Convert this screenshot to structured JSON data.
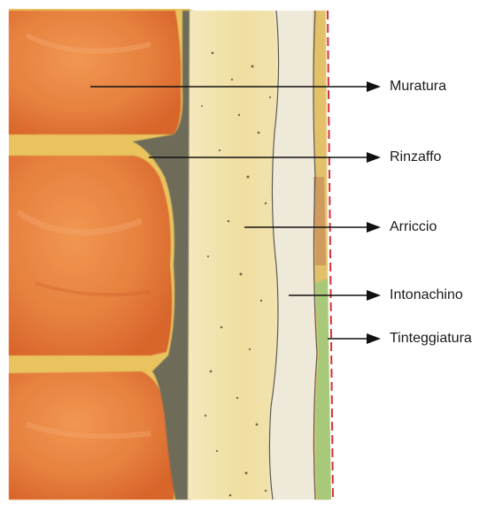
{
  "labels": [
    {
      "id": "muratura",
      "text": "Muratura"
    },
    {
      "id": "rinzaffo",
      "text": "Rinzaffo"
    },
    {
      "id": "arriccio",
      "text": "Arriccio"
    },
    {
      "id": "intonachino",
      "text": "Intonachino"
    },
    {
      "id": "tinteggiatura",
      "text": "Tinteggiatura"
    }
  ],
  "colors": {
    "brick": "#e6803e",
    "mortar_joint": "#e7c25a",
    "rinzaffo": "#6e6c58",
    "arriccio": "#f3e3ae",
    "intonachino": "#efe9da",
    "tinteggiatura": "#a9c97a",
    "finish_line": "#d8303a",
    "arrow": "#111111"
  }
}
